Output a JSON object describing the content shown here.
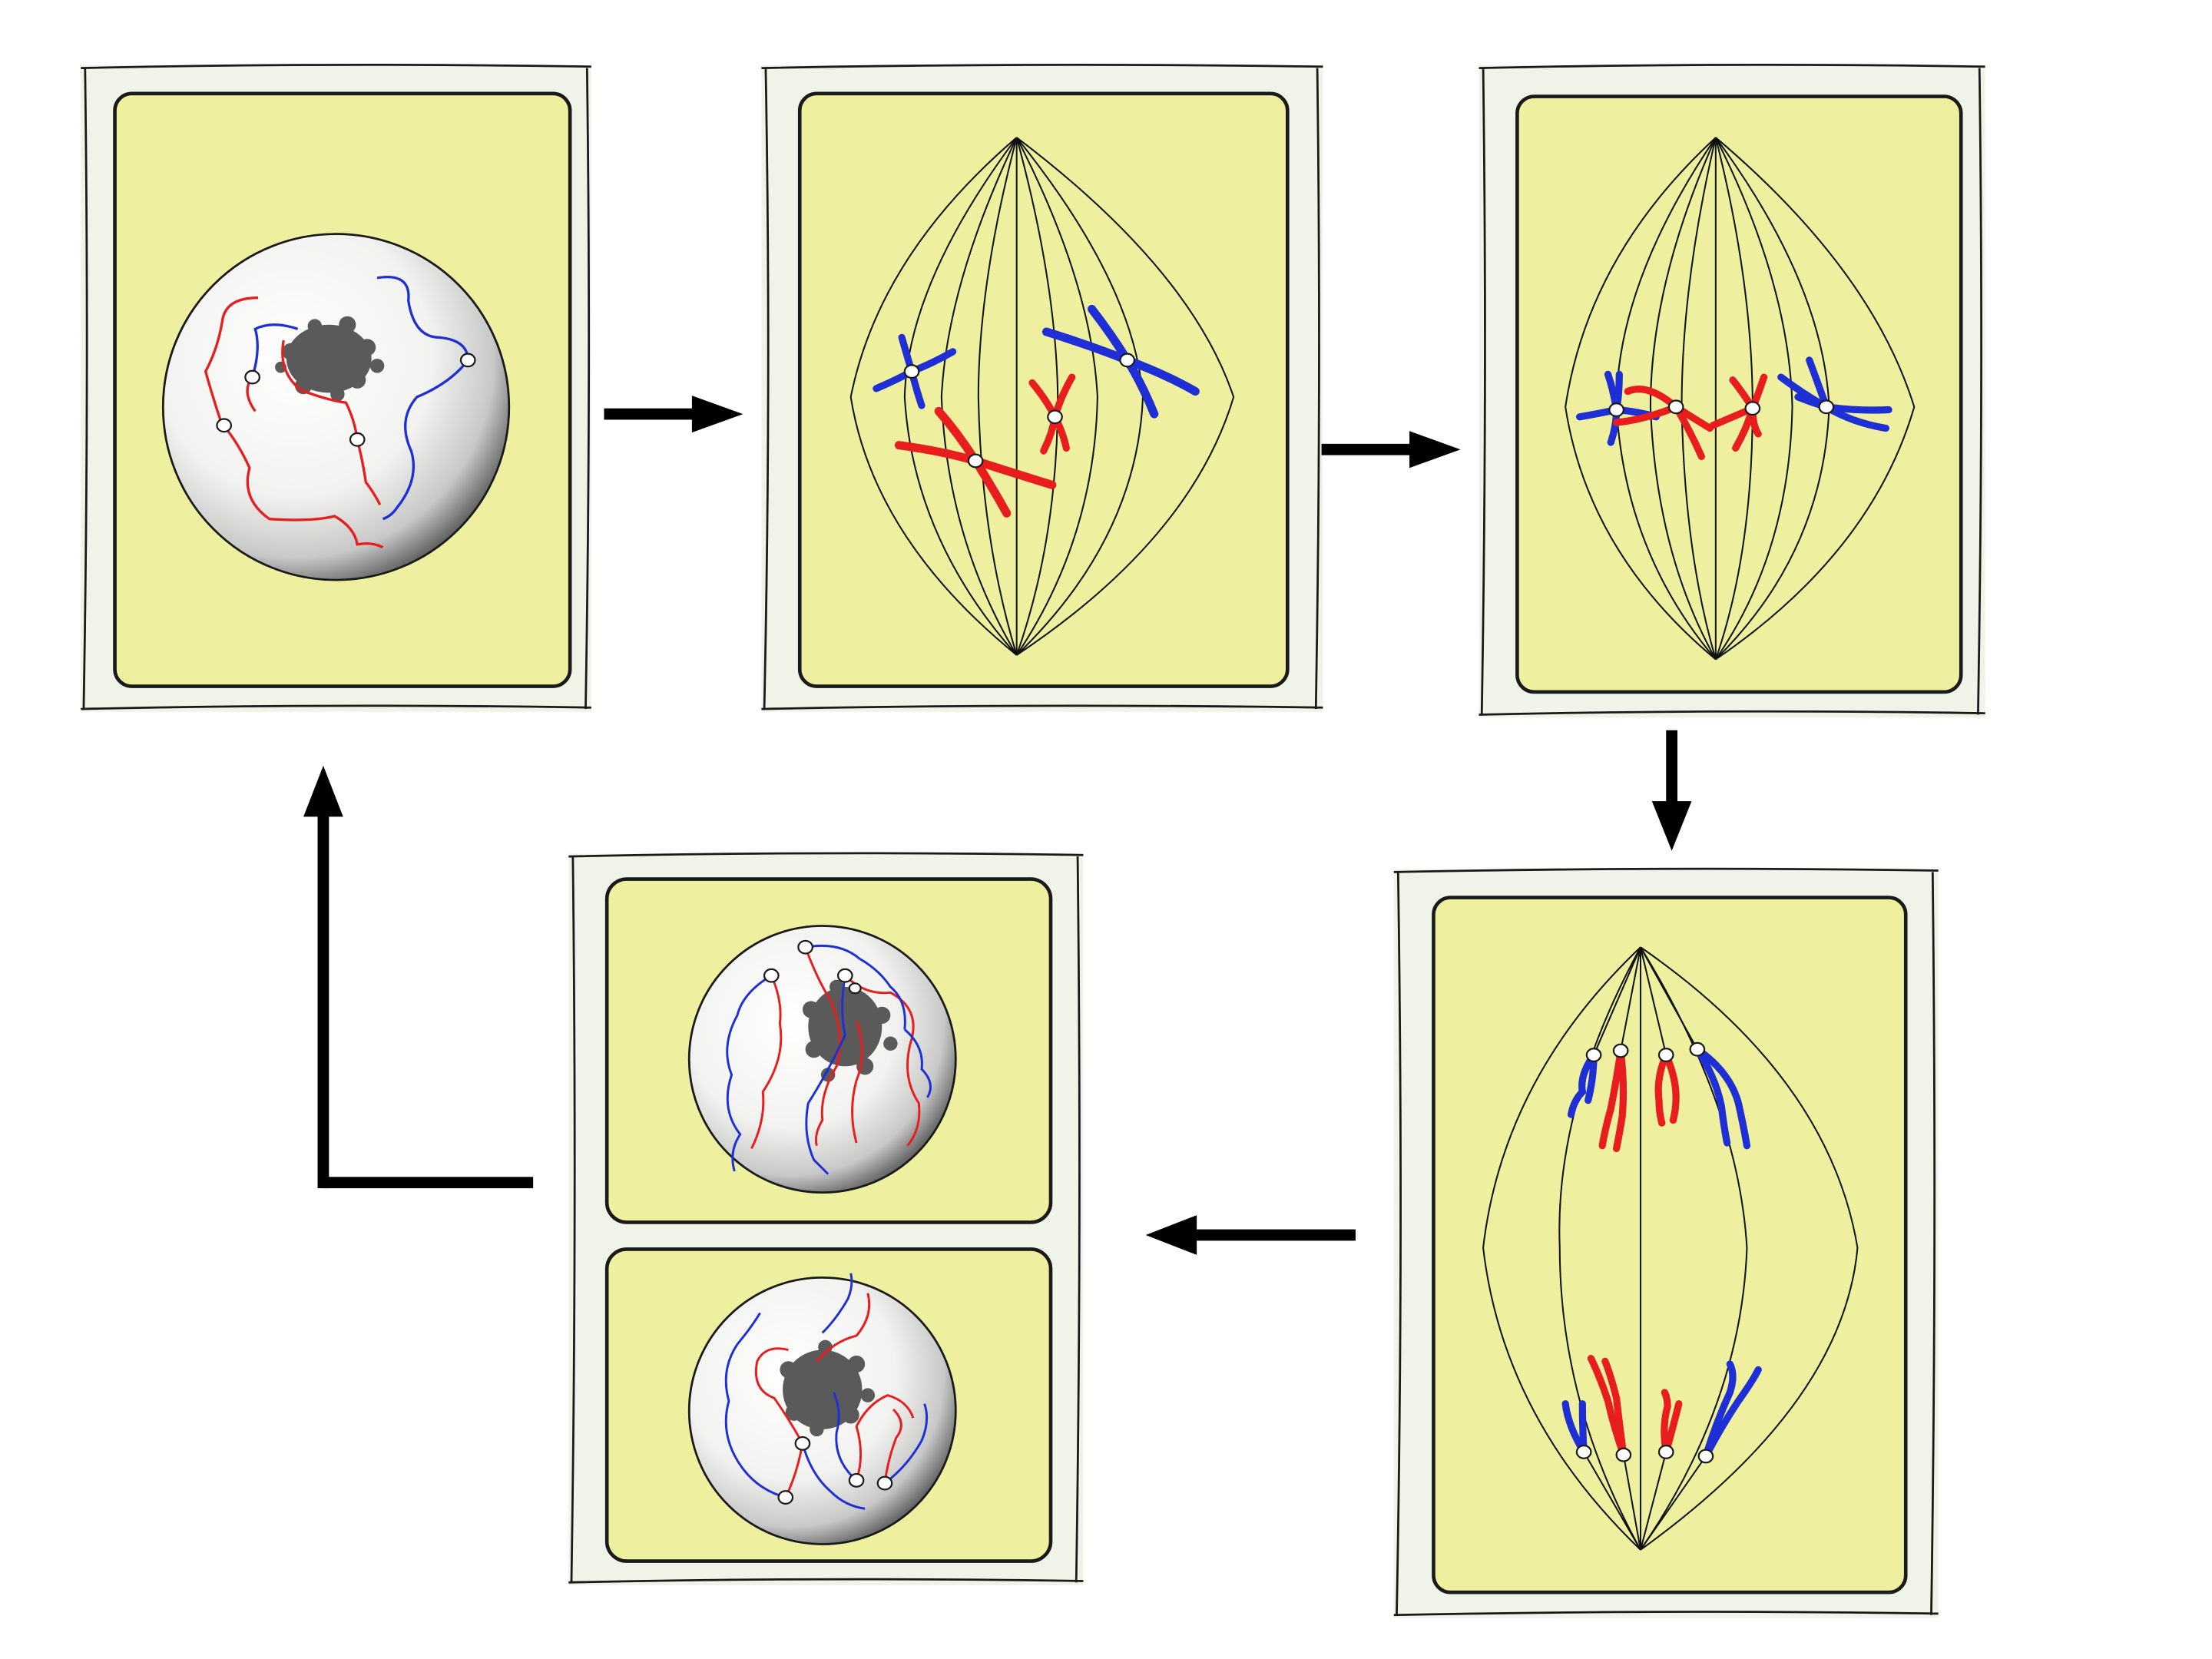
{
  "colors": {
    "background": "#ffffff",
    "cytoplasm": "#eef0a0",
    "cell_wall": "#f0f4e8",
    "outline": "#1a1a1a",
    "nucleus": "#f2f2f0",
    "nucleus_shade": "#3c3c3c",
    "nucleolus": "#5a5a5a",
    "chromosome_a": "#e81d1d",
    "chromosome_b": "#1f2fd6",
    "centromere": "#ffffff",
    "spindle": "#111111",
    "arrow": "#000000"
  },
  "icons": [
    "arrow-right-icon",
    "arrow-down-icon",
    "arrow-left-icon",
    "arrow-up-icon"
  ],
  "stages": [
    {
      "id": "interphase",
      "chromatin": "diffuse",
      "nucleolus_visible": true,
      "spindle": false,
      "chromosomes": 4
    },
    {
      "id": "prometaphase",
      "chromatin": "condensed",
      "nucleolus_visible": false,
      "spindle": true,
      "chromosomes": 4
    },
    {
      "id": "metaphase",
      "chromatin": "condensed",
      "nucleolus_visible": false,
      "spindle": true,
      "chromosomes": 4
    },
    {
      "id": "anaphase",
      "chromatin": "separated",
      "nucleolus_visible": false,
      "spindle": true,
      "chromosomes": 8
    },
    {
      "id": "telophase",
      "chromatin": "diffuse",
      "nucleolus_visible": true,
      "spindle": false,
      "daughter_cells": 2
    }
  ],
  "cycle_order": [
    "interphase",
    "prometaphase",
    "metaphase",
    "anaphase",
    "telophase",
    "interphase"
  ]
}
